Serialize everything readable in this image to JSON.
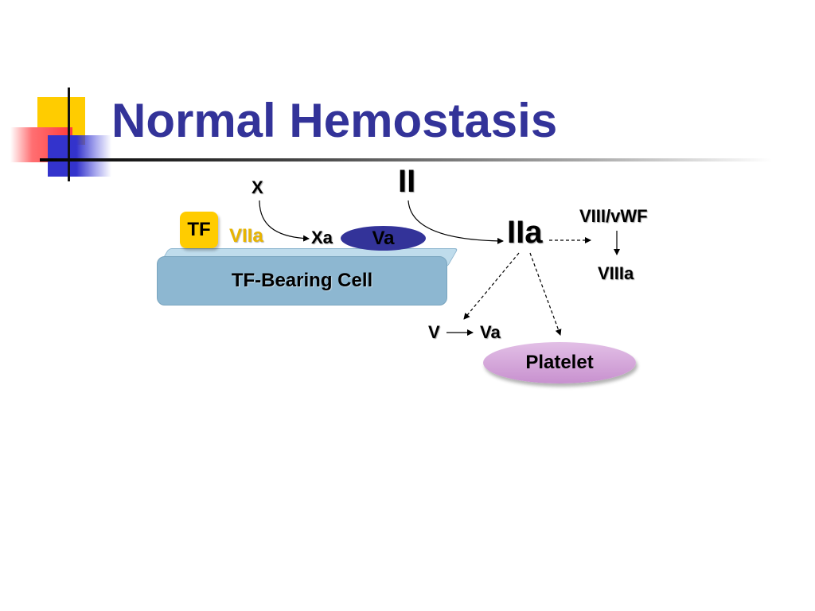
{
  "slide": {
    "title": "Normal Hemostasis"
  },
  "diagram": {
    "factor_x": "X",
    "factor_ii": "II",
    "factor_iia": "IIa",
    "tf": "TF",
    "viia": "VIIa",
    "xa": "Xa",
    "va_on_cell": "Va",
    "tf_bearing_cell": "TF-Bearing Cell",
    "viii_vwf": "VIII/vWF",
    "viiia": "VIIIa",
    "factor_v": "V",
    "va_platelet": "Va",
    "platelet": "Platelet"
  },
  "colors": {
    "title": "#333399",
    "viia": "#e8b400",
    "tf_box": "#ffcc00",
    "va_oval": "#333399",
    "cell": "#8db7d1",
    "platelet": "#c891cf"
  }
}
